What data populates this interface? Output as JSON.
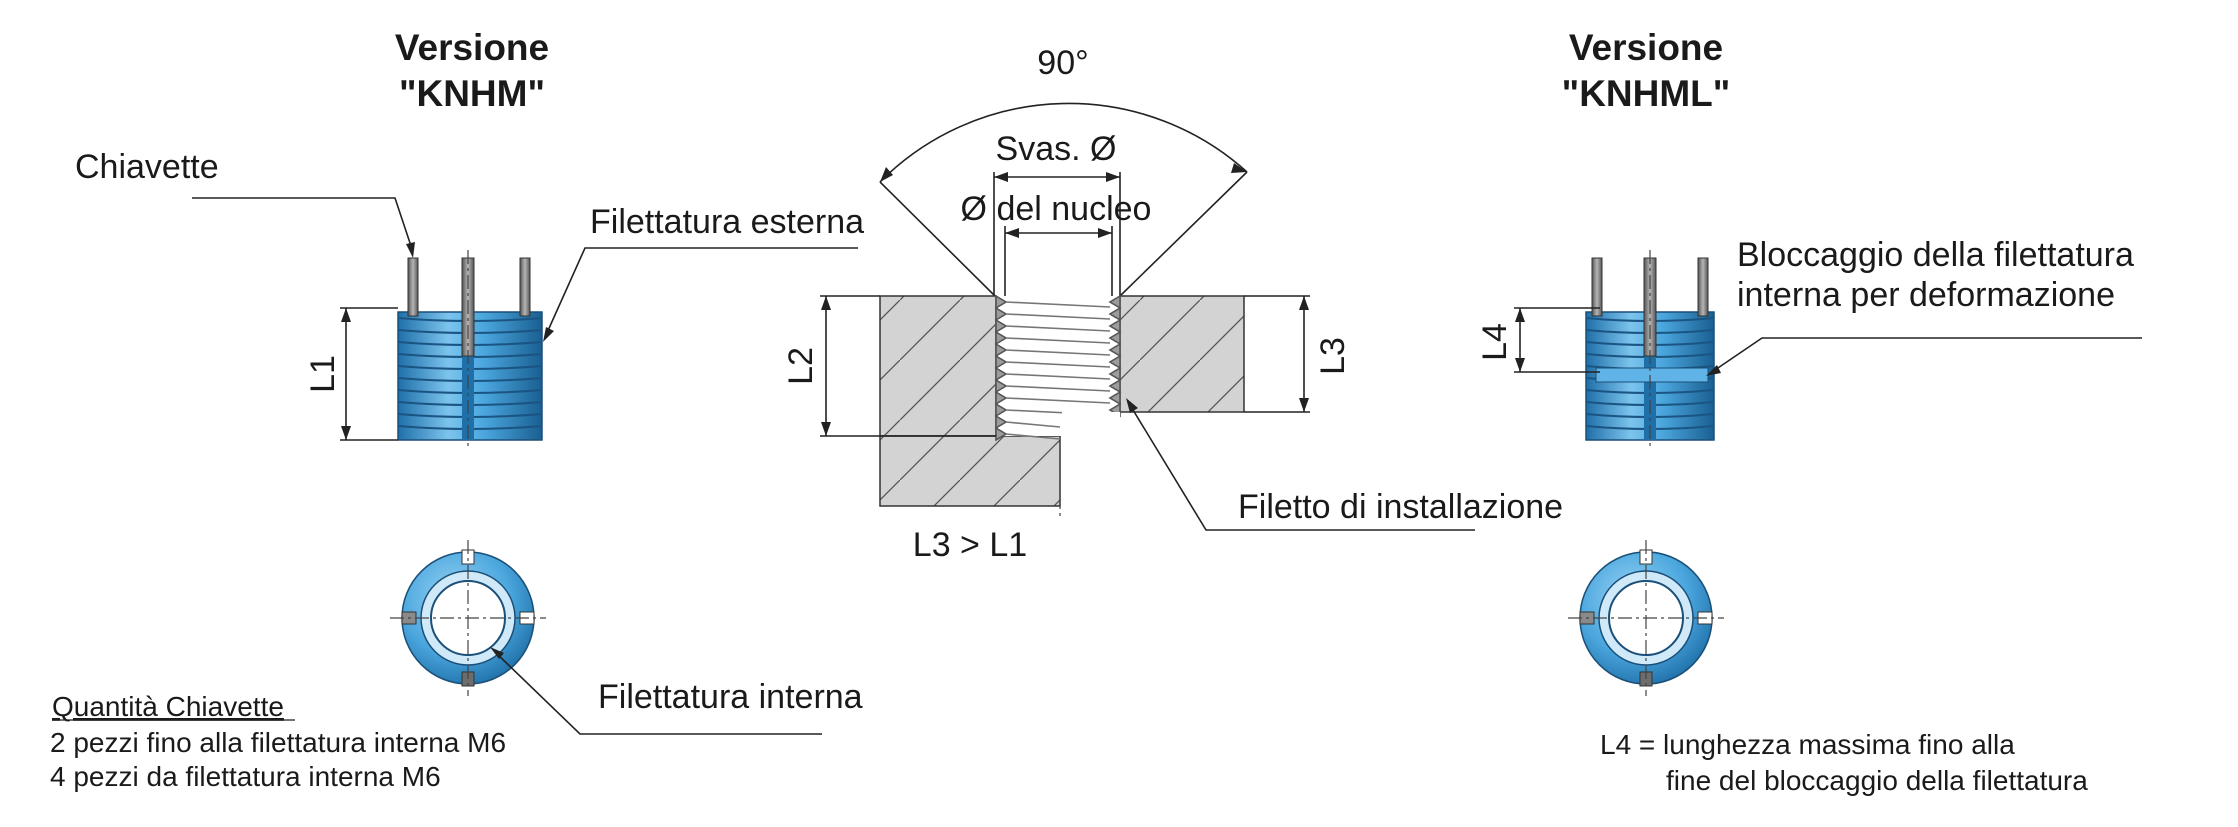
{
  "left": {
    "title_line1": "Versione",
    "title_line2": "\"KNHM\"",
    "label_keys": "Chiavette",
    "label_external_thread": "Filettatura esterna",
    "label_internal_thread": "Filettatura interna",
    "dim_L1": "L1",
    "note_heading": "Quantità Chiavette",
    "note_line1": "2 pezzi fino alla filettatura interna M6",
    "note_line2": "4 pezzi da filettatura interna M6"
  },
  "center": {
    "angle_label": "90°",
    "countersink_label": "Svas. Ø",
    "core_label": "Ø del nucleo",
    "dim_L2": "L2",
    "dim_L3": "L3",
    "relation": "L3 > L1",
    "label_install_thread": "Filetto di installazione"
  },
  "right": {
    "title_line1": "Versione",
    "title_line2": "\"KNHML\"",
    "label_lock_line1": "Bloccaggio della filettatura",
    "label_lock_line2": "interna per deformazione",
    "dim_L4": "L4",
    "note_line1": "L4 = lunghezza massima fino alla",
    "note_line2": "fine del bloccaggio della filettatura"
  },
  "colors": {
    "insert_blue": "#4aa6dd",
    "insert_dark": "#1f6fa8",
    "key_grey": "#7d7d7d",
    "section_grey": "#d3d3d3"
  }
}
